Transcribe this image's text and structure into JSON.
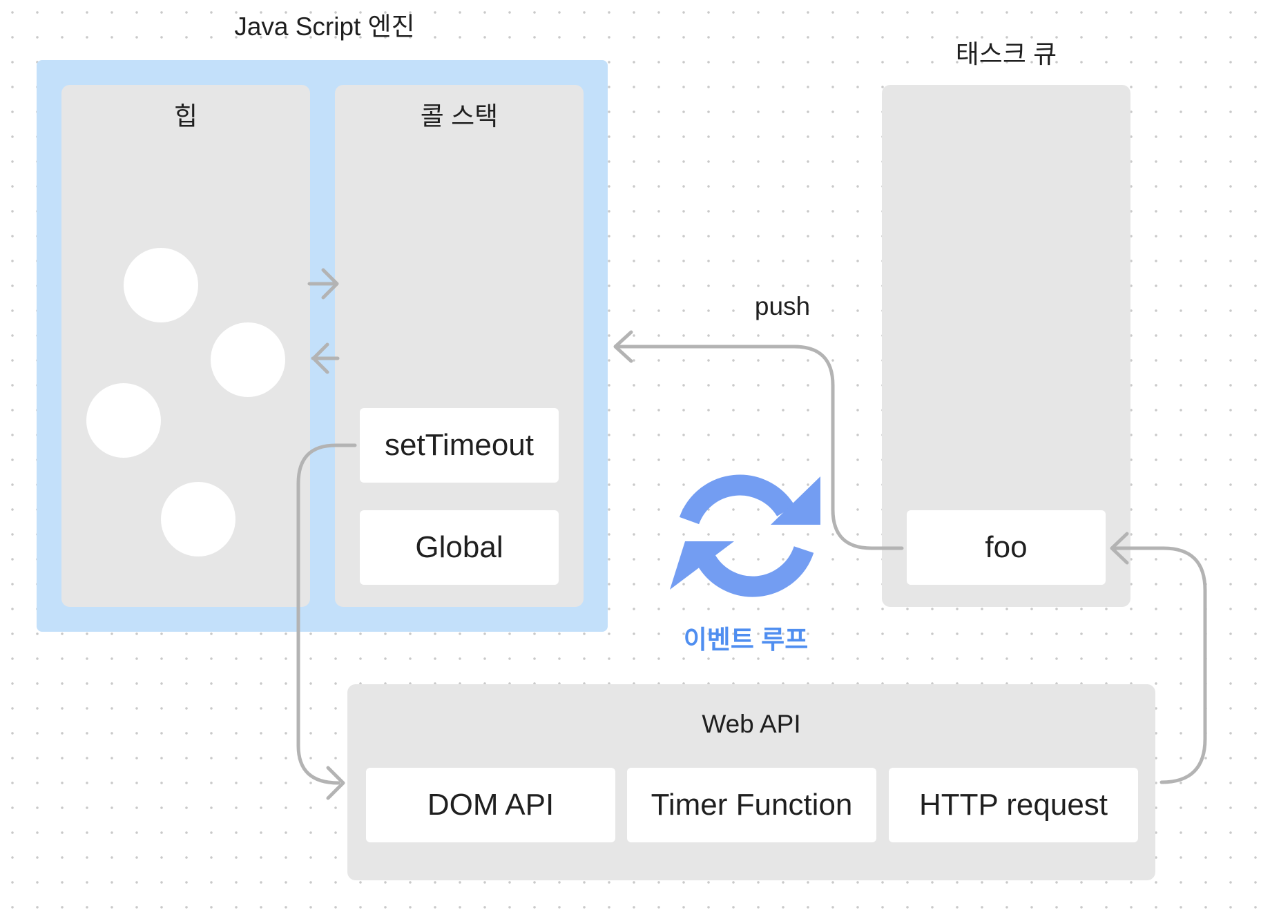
{
  "engine": {
    "title": "Java Script 엔진",
    "heap": {
      "title": "힙"
    },
    "call_stack": {
      "title": "콜 스택",
      "frames": [
        "setTimeout",
        "Global"
      ]
    }
  },
  "task_queue": {
    "title": "태스크 큐",
    "items": [
      "foo"
    ]
  },
  "event_loop": {
    "label": "이벤트 루프",
    "icon": "refresh-cycle-icon",
    "color": "#739df2",
    "label_color": "#4f8ef0"
  },
  "push_label": "push",
  "web_api": {
    "title": "Web API",
    "items": [
      "DOM API",
      "Timer Function",
      "HTTP request"
    ]
  },
  "colors": {
    "engine_bg": "#c3e0fa",
    "panel_bg": "#e6e6e6",
    "card_bg": "#ffffff",
    "arrow": "#b3b3b3"
  }
}
